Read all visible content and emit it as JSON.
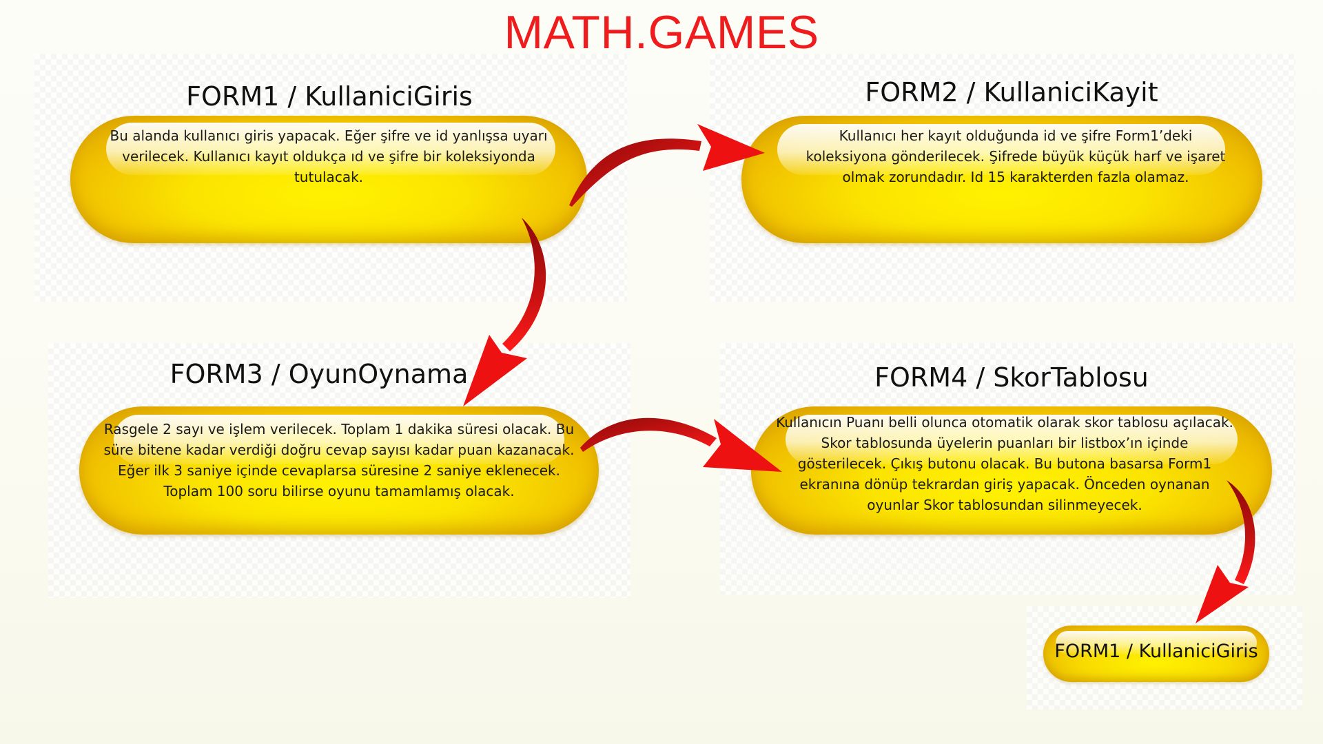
{
  "title": "MATH.GAMES",
  "colors": {
    "title": "#ee1c1c",
    "pill_gold": "#f5cd00",
    "pill_highlight": "#fff200",
    "arrow_dark": "#a50c0c",
    "arrow_bright": "#ee1111"
  },
  "forms": [
    {
      "heading": "FORM1 / KullaniciGiris",
      "text": "Bu alanda kullanıcı giris yapacak. Eğer şifre ve id yanlışsa uyarı verilecek. Kullanıcı kayıt oldukça ıd ve şifre bir koleksiyonda tutulacak."
    },
    {
      "heading": "FORM2 / KullaniciKayit",
      "text": "Kullanıcı her kayıt olduğunda id ve şifre Form1’deki koleksiyona gönderilecek. Şifrede büyük küçük harf ve işaret olmak zorundadır. Id 15 karakterden fazla olamaz."
    },
    {
      "heading": "FORM3 / OyunOynama",
      "text": "Rasgele 2 sayı ve işlem verilecek.  Toplam 1 dakika süresi olacak. Bu süre bitene kadar verdiği doğru cevap sayısı kadar puan kazanacak. Eğer ilk 3 saniye içinde cevaplarsa süresine 2 saniye eklenecek. Toplam 100 soru bilirse oyunu tamamlamış olacak."
    },
    {
      "heading": "FORM4 / SkorTablosu",
      "text": "Kullanıcın Puanı belli olunca otomatik olarak skor tablosu açılacak. Skor tablosunda üyelerin puanları bir listbox’ın içinde gösterilecek. Çıkış butonu olacak. Bu butona basarsa Form1 ekranına dönüp tekrardan giriş yapacak. Önceden oynanan oyunlar Skor tablosundan silinmeyecek."
    }
  ],
  "return_target": "FORM1 / KullaniciGiris",
  "icons": {
    "flow_arrow": "curved-red-arrow-icon"
  }
}
